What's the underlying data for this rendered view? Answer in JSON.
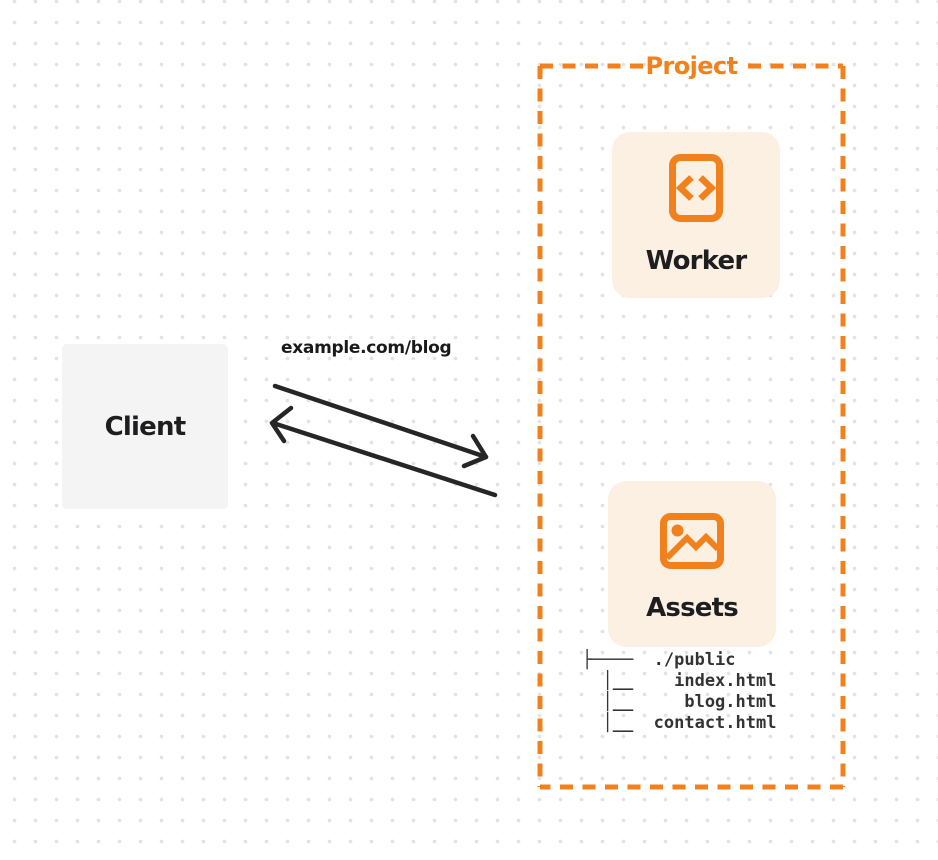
{
  "theme": {
    "accent_orange": "#F0811C",
    "card_bg": "#FCF0E2",
    "client_bg": "#F4F4F5",
    "text_dark": "#1E1E20",
    "arrow_color": "#262626",
    "dot_color": "#E3E3E6"
  },
  "diagram": {
    "client": {
      "label": "Client"
    },
    "connection": {
      "url_label": "example.com/blog",
      "arrows": [
        "request-to-project",
        "response-to-client"
      ]
    },
    "project": {
      "label": "Project",
      "nodes": [
        {
          "label": "Worker",
          "icon": "code-document-icon"
        },
        {
          "label": "Assets",
          "icon": "image-icon",
          "tree": "├────  ./public\n  │__    index.html\n  │__     blog.html\n  │__  contact.html"
        }
      ]
    }
  }
}
